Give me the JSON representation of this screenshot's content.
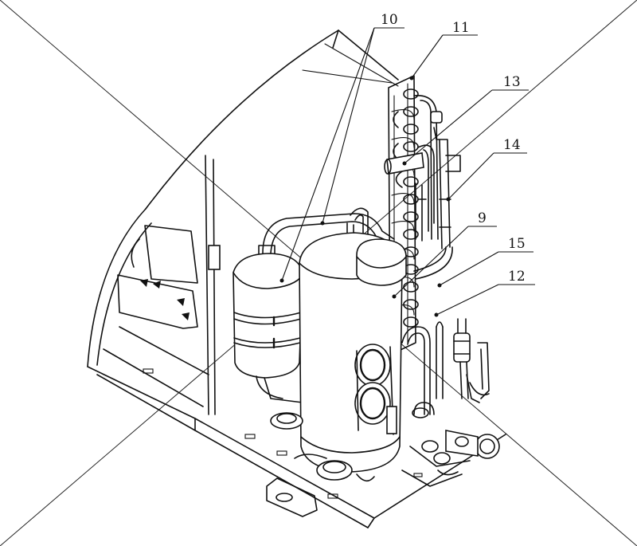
{
  "callouts": [
    {
      "id": "10",
      "label": "10"
    },
    {
      "id": "11",
      "label": "11"
    },
    {
      "id": "13",
      "label": "13"
    },
    {
      "id": "14",
      "label": "14"
    },
    {
      "id": "9",
      "label": "9"
    },
    {
      "id": "15",
      "label": "15"
    },
    {
      "id": "12",
      "label": "12"
    }
  ],
  "colors": {
    "line": "#111111",
    "background": "#ffffff"
  }
}
